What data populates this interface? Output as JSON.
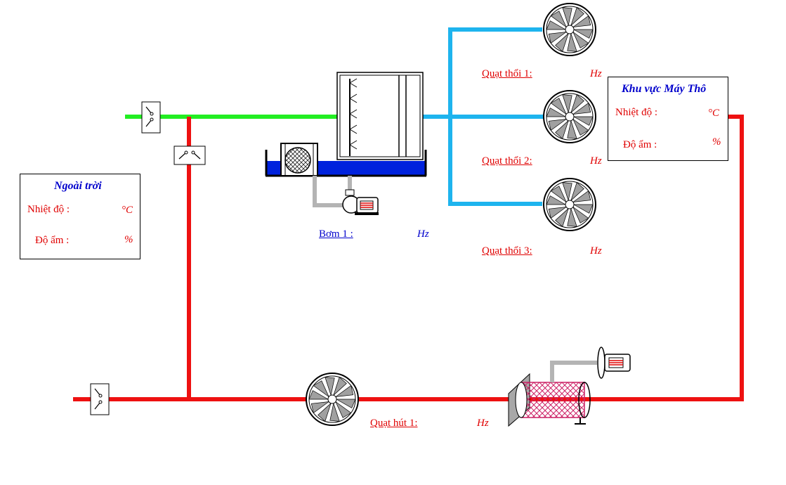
{
  "outdoor": {
    "title": "Ngoài trời",
    "temp_label": "Nhiệt độ :",
    "temp_unit": "°C",
    "humidity_label": "Độ ẩm :",
    "humidity_unit": "%"
  },
  "zone": {
    "title": "Khu vực Máy Thô",
    "temp_label": "Nhiệt độ :",
    "temp_unit": "°C",
    "humidity_label": "Độ ẩm :",
    "humidity_unit": "%"
  },
  "fans": {
    "supply1_label": "Quạt thổi 1:",
    "supply2_label": "Quạt thổi 2:",
    "supply3_label": "Quạt thổi 3:",
    "exhaust1_label": "Quạt hút 1:",
    "unit": "Hz"
  },
  "pump": {
    "label": "Bơm 1 :",
    "unit": "Hz"
  },
  "colors": {
    "fresh_air_line": "#22ee22",
    "supply_line": "#1eb4ee",
    "return_line": "#ee1111",
    "water": "#0022dd",
    "pipe": "#b4b4b4",
    "label_red": "#e00000",
    "label_blue": "#0000cc"
  }
}
